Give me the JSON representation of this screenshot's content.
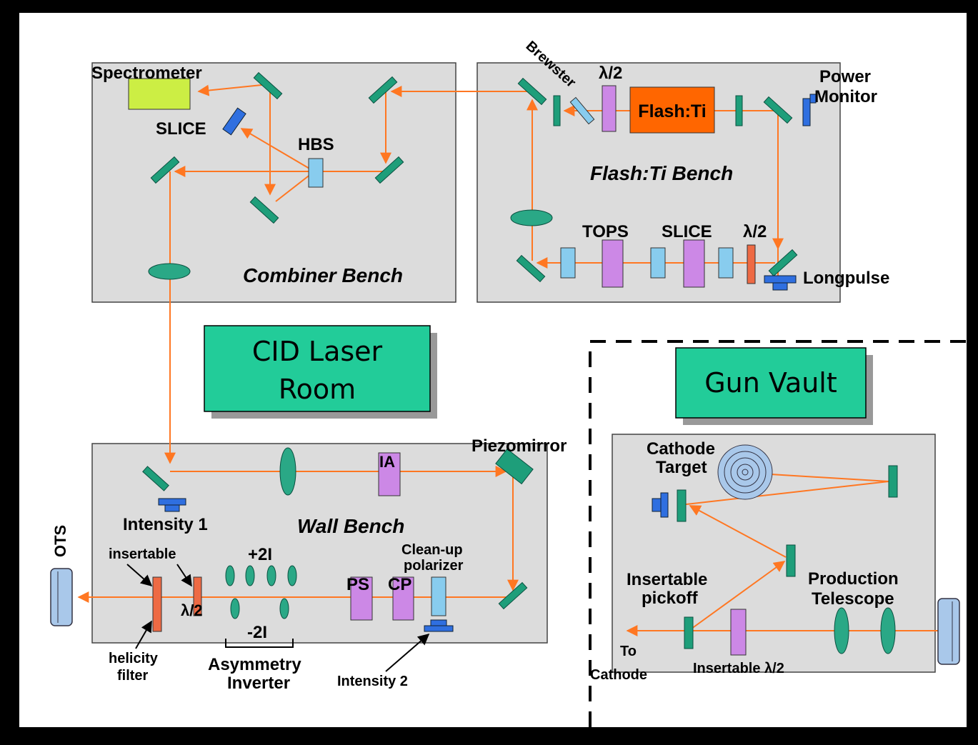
{
  "colors": {
    "frame": "#000000",
    "page": "#ffffff",
    "bench": "#dcdcdc",
    "beam": "#ff7722",
    "mirror": "#1e9e7a",
    "lens": "#2aa886",
    "waveplate_violet": "#cc88e6",
    "waveplate_red": "#ee6a44",
    "polarizer": "#88ccee",
    "detector": "#2f6fe0",
    "flash_box": "#ff6600",
    "spectrometer": "#ccee44",
    "title_box": "#22cc99"
  },
  "titles": {
    "laser_room_line1": "CID Laser",
    "laser_room_line2": "Room",
    "gun_vault": "Gun Vault"
  },
  "benches": {
    "combiner": "Combiner Bench",
    "flash": "Flash:Ti Bench",
    "wall": "Wall Bench"
  },
  "labels": {
    "spectrometer": "Spectrometer",
    "slice_combiner": "SLICE",
    "hbs": "HBS",
    "brewster": "Brewster",
    "half_wave_top": "λ/2",
    "flash_ti": "Flash:Ti",
    "power_monitor_1": "Power",
    "power_monitor_2": "Monitor",
    "tops": "TOPS",
    "slice_flash": "SLICE",
    "half_wave_flash": "λ/2",
    "longpulse": "Longpulse",
    "piezomirror": "Piezomirror",
    "ia": "IA",
    "intensity1": "Intensity 1",
    "ots": "OTS",
    "insertable": "insertable",
    "half_wave_wall": "λ/2",
    "plus2i": "+2I",
    "minus2i": "-2I",
    "cleanup_1": "Clean-up",
    "cleanup_2": "polarizer",
    "ps": "PS",
    "cp": "CP",
    "helicity_1": "helicity",
    "helicity_2": "filter",
    "asym_1": "Asymmetry",
    "asym_2": "Inverter",
    "intensity2": "Intensity 2",
    "cathode_target_1": "Cathode",
    "cathode_target_2": "Target",
    "insertable_pickoff_1": "Insertable",
    "insertable_pickoff_2": "pickoff",
    "production_telescope_1": "Production",
    "production_telescope_2": "Telescope",
    "to_cathode_1": "To",
    "to_cathode_2": "Cathode",
    "insertable_half_wave": "Insertable λ/2"
  }
}
